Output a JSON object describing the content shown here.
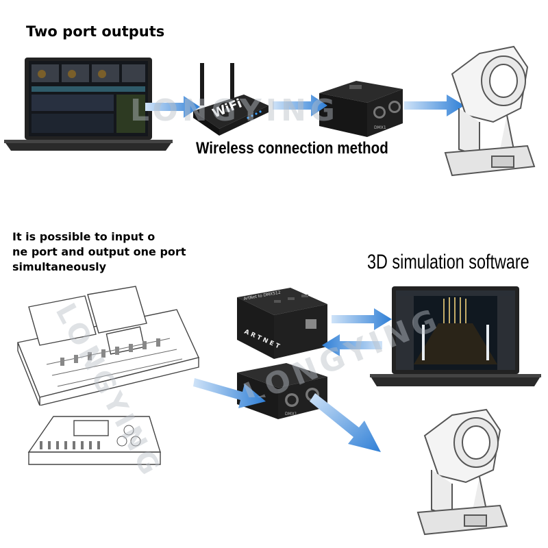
{
  "top_section": {
    "heading": "Two port outputs",
    "wireless_caption": "Wireless connection method",
    "router_label": "WiFi",
    "converter_port_label": "DMX1"
  },
  "bottom_section": {
    "heading_line1": "It is possible to input o",
    "heading_line2": "ne port and output one port",
    "heading_line3": "simultaneously",
    "software_caption": "3D simulation software",
    "converter_title": "ArtNet to DMX512",
    "artnet_logo": "A R T N E T",
    "converter_port_label": "DMX1"
  },
  "watermark": "LONGYING",
  "colors": {
    "arrow_blue": "#2f7fd6",
    "arrow_light": "#cfe3f8",
    "device_black": "#1c1c1c",
    "screen_dark": "#101820"
  }
}
